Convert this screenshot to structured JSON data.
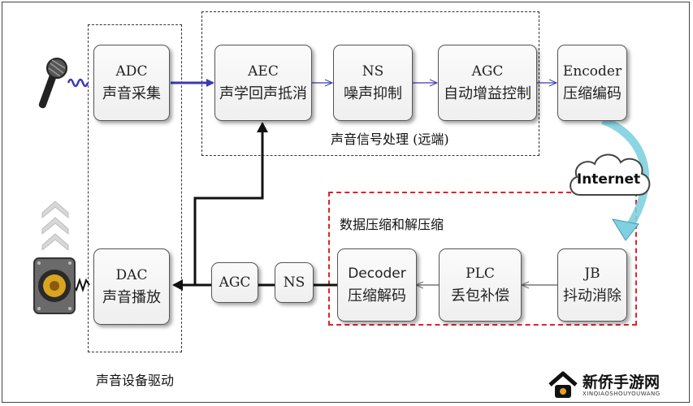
{
  "blocks": {
    "adc": {
      "line1": "ADC",
      "line2": "声音采集"
    },
    "aec": {
      "line1": "AEC",
      "line2": "声学回声抵消"
    },
    "ns_top": {
      "line1": "NS",
      "line2": "噪声抑制"
    },
    "agc_top": {
      "line1": "AGC",
      "line2": "自动增益控制"
    },
    "encoder": {
      "line1": "Encoder",
      "line2": "压缩编码"
    },
    "jb": {
      "line1": "JB",
      "line2": "抖动消除"
    },
    "plc": {
      "line1": "PLC",
      "line2": "丢包补偿"
    },
    "decoder": {
      "line1": "Decoder",
      "line2": "压缩解码"
    },
    "ns_bottom": {
      "line1": "NS"
    },
    "agc_bottom": {
      "line1": "AGC"
    },
    "dac": {
      "line1": "DAC",
      "line2": "声音播放"
    }
  },
  "regions": {
    "signal_processing": "声音信号处理 (远端)",
    "data_compression": "数据压缩和解压缩",
    "device_driver": "声音设备驱动"
  },
  "cloud_label": "Internet",
  "icons": [
    "microphone-icon",
    "speaker-icon",
    "volume-chevrons-icon"
  ],
  "watermark": {
    "title": "新侨手游网",
    "subtitle": "XINQIAOSHOUYOUWANG"
  },
  "colors": {
    "accent_blue": "#3a3ab0",
    "red_dash": "#e0232a",
    "cloud_arrow": "#7fd0e0"
  }
}
